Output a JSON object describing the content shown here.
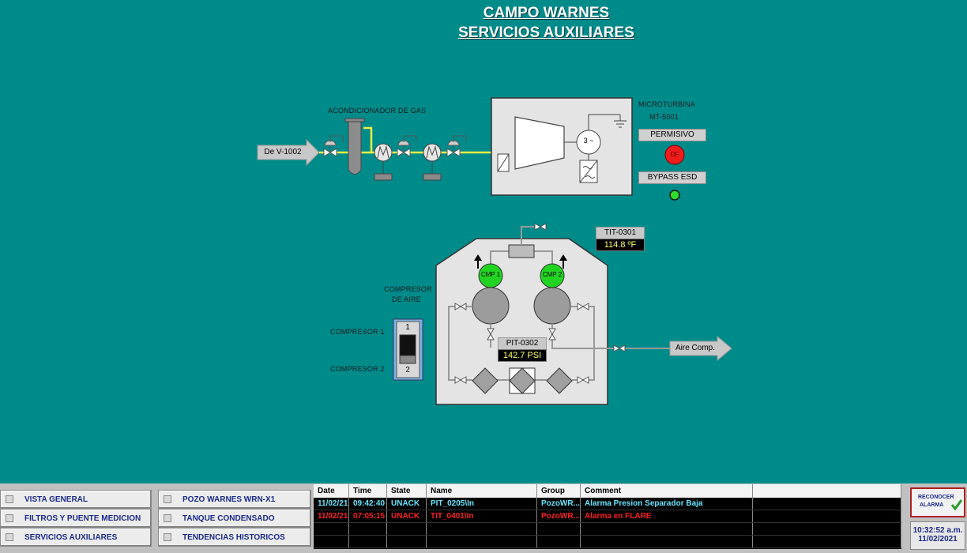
{
  "header": {
    "title": "CAMPO WARNES",
    "subtitle": "SERVICIOS AUXILIARES"
  },
  "process": {
    "inlet_label": "De V-1002",
    "conditioner_label": "ACONDICIONADOR DE GAS",
    "microturbine_label": "MICROTURBINA",
    "microturbine_tag": "MT-5001",
    "generator_label": "3 ~",
    "permissive_label": "PERMISIVO",
    "permissive_state": "OF",
    "bypass_label": "BYPASS ESD",
    "tit_tag": "TIT-0301",
    "tit_value": "114.8 ºF",
    "compressor_label_1": "COMPRESOR",
    "compressor_label_2": "DE AIRE",
    "cmp1": "CMP 1",
    "cmp2": "CMP 2",
    "pit_tag": "PIT-0302",
    "pit_value": "142.7 PSI",
    "outlet_label": "Aire Comp.",
    "selector_label_1": "COMPRESOR 1",
    "selector_label_2": "COMPRESOR 2",
    "selector_pos_1": "1",
    "selector_pos_2": "2"
  },
  "nav": {
    "col1": [
      "VISTA GENERAL",
      "FILTROS Y PUENTE MEDICION",
      "SERVICIOS AUXILIARES"
    ],
    "col2": [
      "POZO WARNES WRN-X1",
      "TANQUE CONDENSADO",
      "TENDENCIAS HISTORICOS"
    ]
  },
  "alarms": {
    "headers": [
      "Date",
      "Time",
      "State",
      "Name",
      "Group",
      "Comment"
    ],
    "rows": [
      {
        "date": "11/02/21",
        "time": "09:42:40",
        "state": "UNACK",
        "name": "PIT_0205\\In",
        "group": "PozoWR...",
        "comment": "Alarma Presion Separador Baja",
        "color": "#66e6ff"
      },
      {
        "date": "11/02/21",
        "time": "07:05:15",
        "state": "UNACK",
        "name": "TIT_0401\\In",
        "group": "PozoWR...",
        "comment": "Alarma en FLARE",
        "color": "#ff2020"
      }
    ]
  },
  "ack": {
    "label_1": "RECONOCER",
    "label_2": "ALARMA"
  },
  "clock": {
    "time": "10:32:52 a.m.",
    "date": "11/02/2021"
  }
}
